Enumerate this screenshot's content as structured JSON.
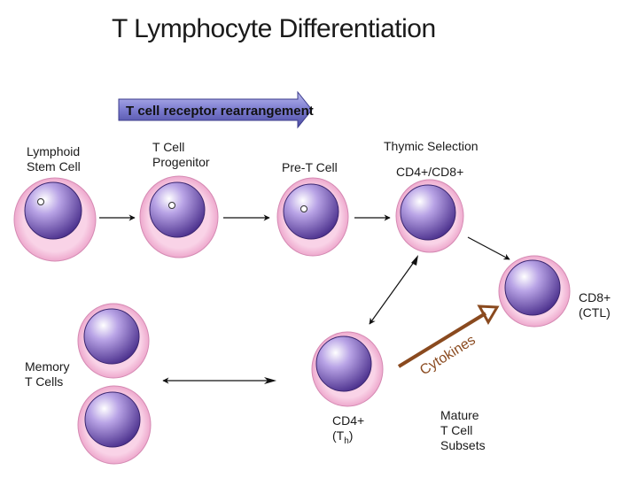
{
  "title": "T Lymphocyte Differentiation",
  "banner": {
    "text": "T cell receptor rearrangement",
    "color": "#5a5aa8"
  },
  "labels": {
    "lymphoid_stem_line1": "Lymphoid",
    "lymphoid_stem_line2": "Stem Cell",
    "progenitor_line1": "T Cell",
    "progenitor_line2": "Progenitor",
    "pre_t": "Pre-T Cell",
    "thymic_selection": "Thymic Selection",
    "double_positive": "CD4+/CD8+",
    "cd8_line1": "CD8+",
    "cd8_line2": "(CTL)",
    "cd4_line1": "CD4+",
    "cd4_line2": "(T",
    "cd4_sub": "h",
    "cd4_close": ")",
    "memory_line1": "Memory",
    "memory_line2": "T Cells",
    "mature_line1": "Mature",
    "mature_line2": "T Cell",
    "mature_line3": "Subsets",
    "cytokines": "Cytokines"
  },
  "colors": {
    "outer_ring": "#f6c2dc",
    "nucleus_light": "#ffffff",
    "nucleus_dark": "#5a3f9e",
    "cytokine_arrow": "#8a4a1f",
    "cytokine_text": "#8a4a1f"
  }
}
